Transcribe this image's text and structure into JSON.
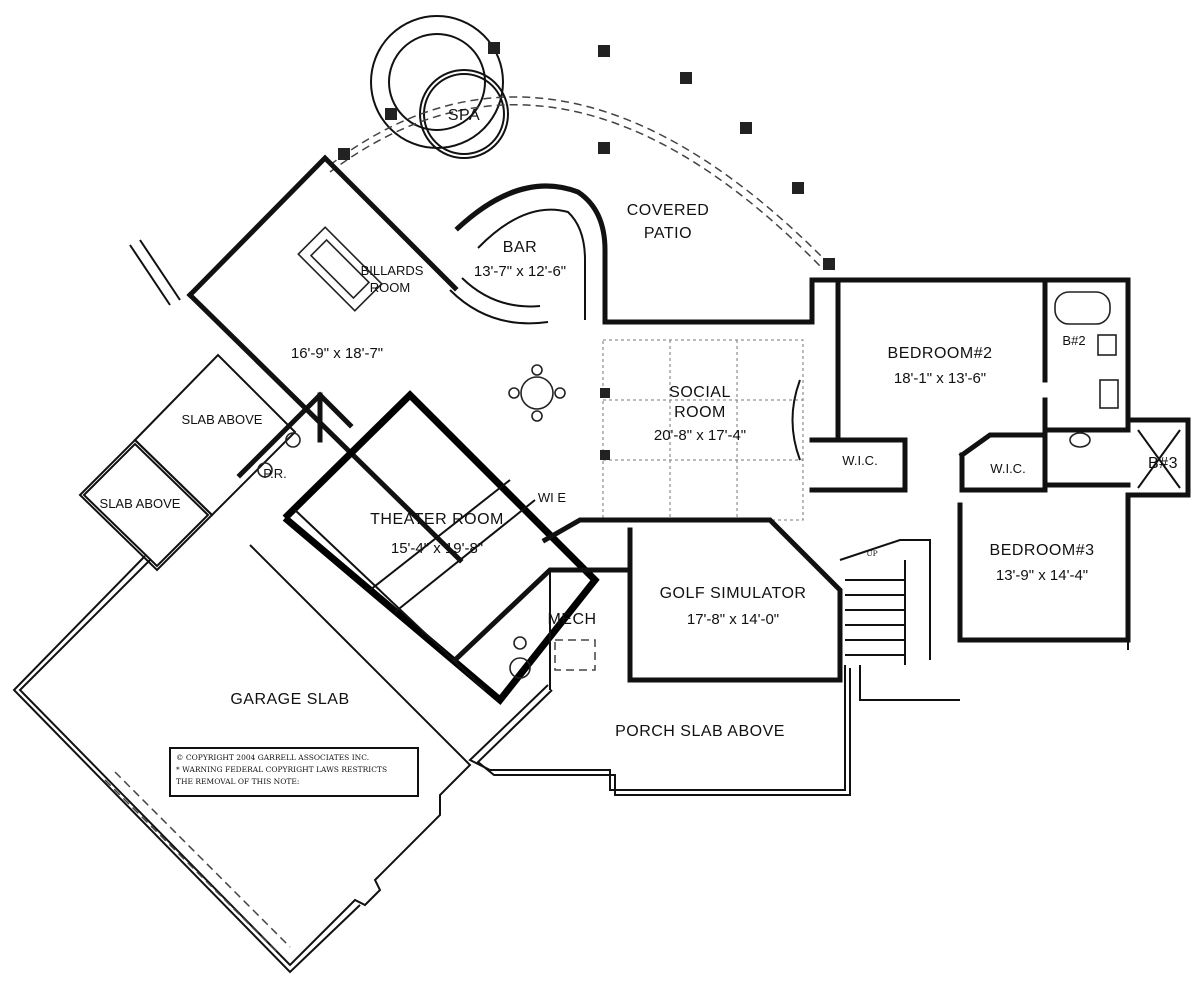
{
  "rooms": {
    "spa": "SPA",
    "covered_patio_line1": "COVERED",
    "covered_patio_line2": "PATIO",
    "bar": "BAR",
    "bar_dim": "13'-7\" x 12'-6\"",
    "billiards_line1": "BILLARDS",
    "billiards_line2": "ROOM",
    "billiards_dim": "16'-9\" x 18'-7\"",
    "social_line1": "SOCIAL",
    "social_line2": "ROOM",
    "social_dim": "20'-8\" x 17'-4\"",
    "bedroom2": "BEDROOM#2",
    "bedroom2_dim": "18'-1\" x 13'-6\"",
    "bath2": "B#2",
    "wic_left": "W.I.C.",
    "wic_right": "W.I.C.",
    "bath3": "B#3",
    "bedroom3": "BEDROOM#3",
    "bedroom3_dim": "13'-9\" x 14'-4\"",
    "slab_above_1": "SLAB ABOVE",
    "slab_above_2": "SLAB ABOVE",
    "powder_room": "P.R.",
    "theater": "THEATER ROOM",
    "theater_dim": "15'-4\" x 19'-8\"",
    "wine": "WI  E",
    "golf": "GOLF SIMULATOR",
    "golf_dim": "17'-8\" x 14'-0\"",
    "mech": "MECH",
    "garage": "GARAGE SLAB",
    "porch": "PORCH SLAB ABOVE",
    "stair_up": "UP"
  },
  "copyright": {
    "line1": "© COPYRIGHT 2004 GARRELL ASSOCIATES INC.",
    "line2": "* WARNING FEDERAL COPYRIGHT LAWS RESTRICTS",
    "line3": "THE REMOVAL OF THIS NOTE:"
  }
}
